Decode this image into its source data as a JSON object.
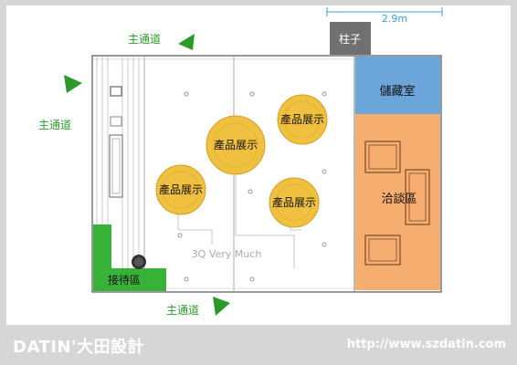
{
  "title_dimension": "2.9m",
  "pillar_label": "柱子",
  "storage_label": "儲藏室",
  "negotiation_label": "洽談區",
  "reception_label": "接待區",
  "display_labels": [
    "產品展示",
    "產品展示",
    "產品展示",
    "產品展示"
  ],
  "aisle_labels": [
    "主通道",
    "主通道",
    "主通道"
  ],
  "floor_text": "3Q Very Much",
  "footer": {
    "brand": "DATIN'大田設計",
    "url": "http://www.szdatin.com"
  },
  "colors": {
    "storage": "#5b9bd5",
    "negotiation": "#f4a460",
    "reception": "#22aa22",
    "display": "#f0c040",
    "aisle_text": "#2a9a2a",
    "pillar": "#707070",
    "dimension": "#3aa0d8"
  }
}
